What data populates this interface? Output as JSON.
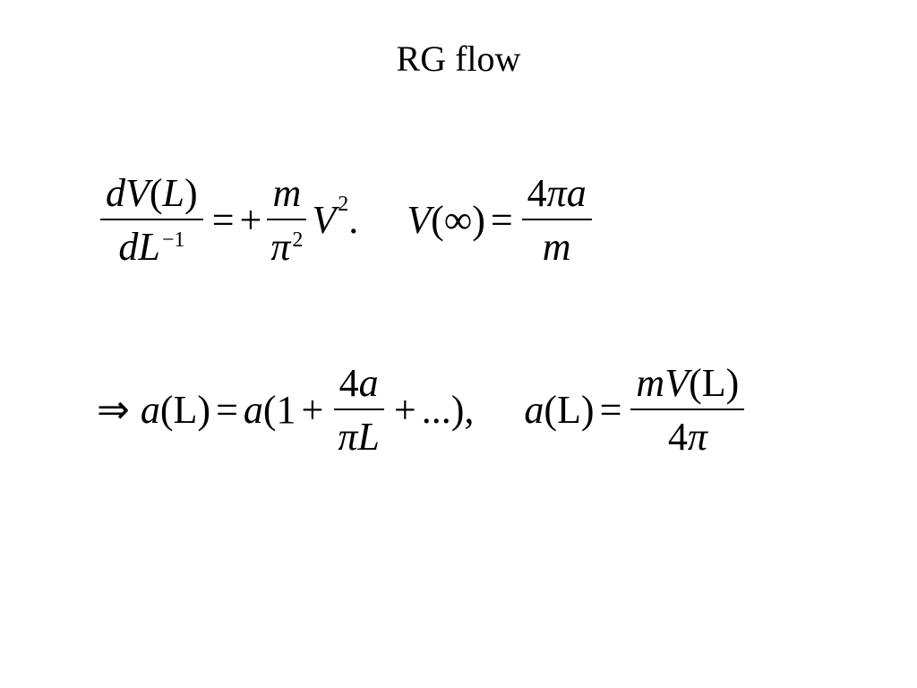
{
  "slide": {
    "title": "RG flow"
  },
  "equations": {
    "eq1": {
      "lhs_num_d": "d",
      "lhs_num_V": "V",
      "lhs_num_paren_open": "(",
      "lhs_num_L": "L",
      "lhs_num_paren_close": ")",
      "lhs_den_d": "d",
      "lhs_den_L": "L",
      "lhs_den_exp": "−1",
      "equals": "=",
      "plus": "+",
      "coef_num": "m",
      "coef_den": "π",
      "coef_den_exp": "2",
      "V": "V",
      "V_exp": "2",
      "period": ".",
      "V_inf_V": "V",
      "V_inf_arg": "(∞)",
      "equals2": "=",
      "rhs_num_4": "4",
      "rhs_num_pi": "π",
      "rhs_num_a": "a",
      "rhs_den": "m"
    },
    "eq2": {
      "implies": "⇒",
      "a1": "a",
      "aL_arg": "(L)",
      "equals": "=",
      "a2": "a",
      "paren_open": "(1",
      "plus1": "+",
      "frac_num_4": "4",
      "frac_num_a": "a",
      "frac_den_pi": "π",
      "frac_den_L": "L",
      "plus2": "+",
      "ellipsis": "...),",
      "a3": "a",
      "aL_arg2": "(L)",
      "equals2": "=",
      "rhs_num_m": "m",
      "rhs_num_V": "V",
      "rhs_num_arg": "(L)",
      "rhs_den_4": "4",
      "rhs_den_pi": "π"
    }
  }
}
